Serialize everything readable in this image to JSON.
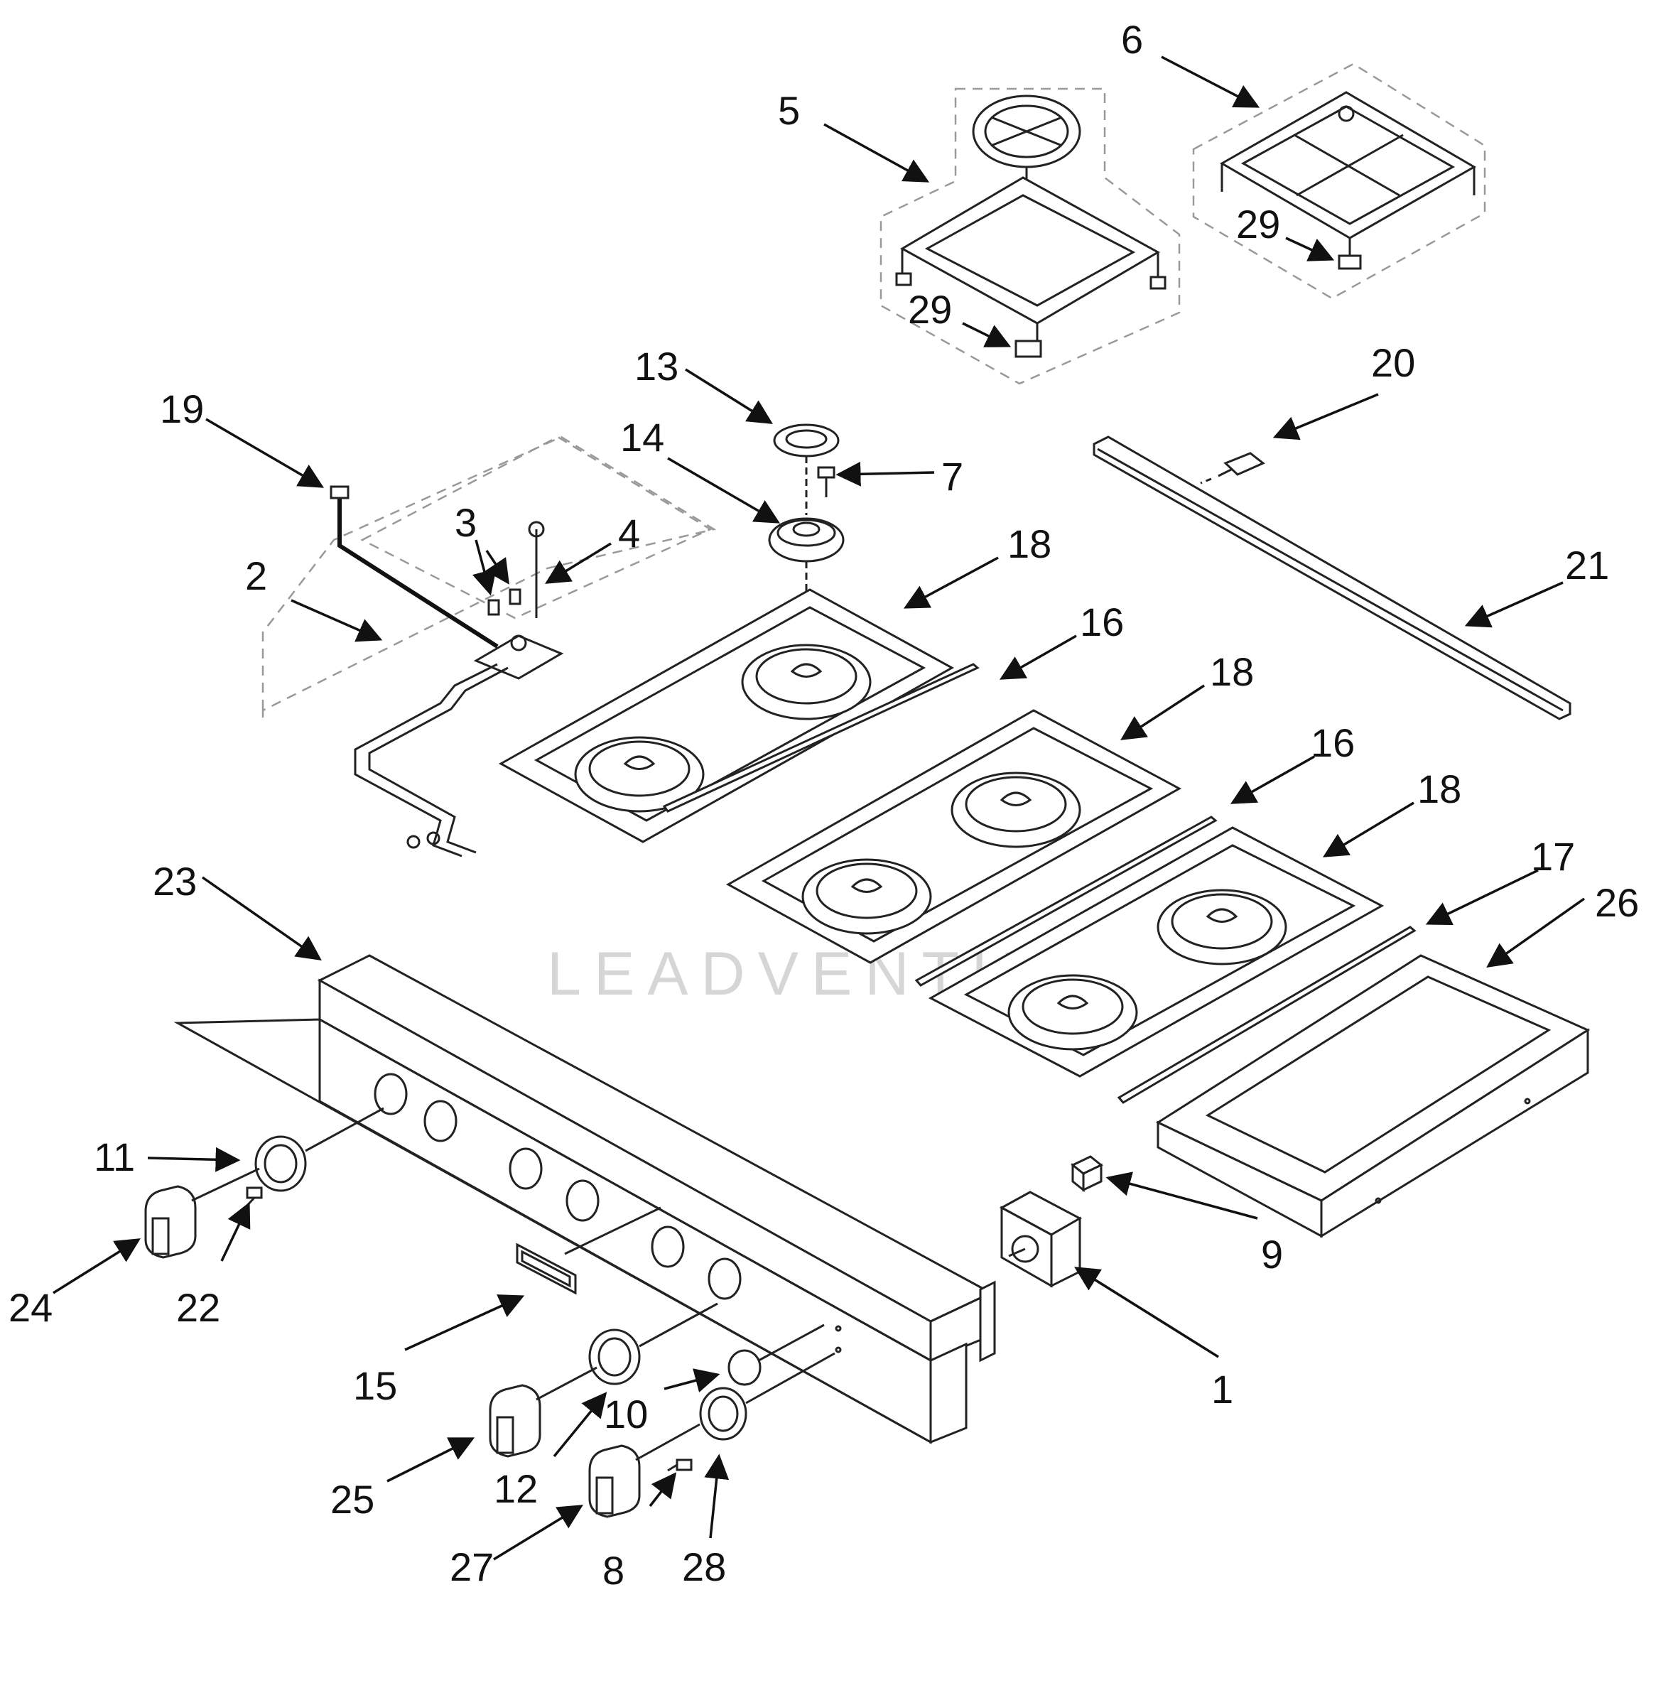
{
  "diagram": {
    "watermark": "LEADVENTURE",
    "callouts": [
      {
        "id": "c1",
        "label": "1"
      },
      {
        "id": "c2",
        "label": "2"
      },
      {
        "id": "c3",
        "label": "3"
      },
      {
        "id": "c4",
        "label": "4"
      },
      {
        "id": "c5",
        "label": "5"
      },
      {
        "id": "c6",
        "label": "6"
      },
      {
        "id": "c7",
        "label": "7"
      },
      {
        "id": "c8",
        "label": "8"
      },
      {
        "id": "c9",
        "label": "9"
      },
      {
        "id": "c10",
        "label": "10"
      },
      {
        "id": "c11",
        "label": "11"
      },
      {
        "id": "c12",
        "label": "12"
      },
      {
        "id": "c13",
        "label": "13"
      },
      {
        "id": "c14",
        "label": "14"
      },
      {
        "id": "c15",
        "label": "15"
      },
      {
        "id": "c16a",
        "label": "16"
      },
      {
        "id": "c16b",
        "label": "16"
      },
      {
        "id": "c17",
        "label": "17"
      },
      {
        "id": "c18a",
        "label": "18"
      },
      {
        "id": "c18b",
        "label": "18"
      },
      {
        "id": "c18c",
        "label": "18"
      },
      {
        "id": "c19",
        "label": "19"
      },
      {
        "id": "c20",
        "label": "20"
      },
      {
        "id": "c21",
        "label": "21"
      },
      {
        "id": "c22",
        "label": "22"
      },
      {
        "id": "c23",
        "label": "23"
      },
      {
        "id": "c24",
        "label": "24"
      },
      {
        "id": "c25",
        "label": "25"
      },
      {
        "id": "c26",
        "label": "26"
      },
      {
        "id": "c27",
        "label": "27"
      },
      {
        "id": "c28",
        "label": "28"
      },
      {
        "id": "c29a",
        "label": "29"
      },
      {
        "id": "c29b",
        "label": "29"
      }
    ]
  }
}
